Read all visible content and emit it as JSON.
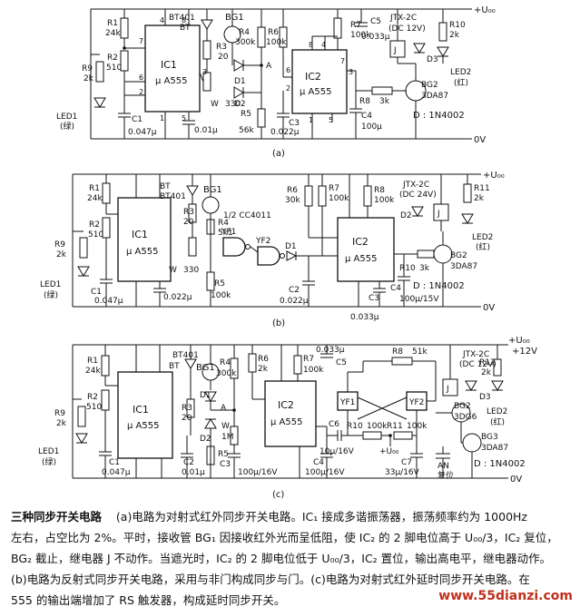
{
  "circuit_a": {
    "udd": "+U₀₀",
    "zero_v": "0V",
    "caption": "(a)",
    "r1": "R1",
    "r1_val": "24k",
    "r2": "R2",
    "r2_val": "510",
    "r9": "R9",
    "r9_val": "2k",
    "led1": "LED1",
    "led1_color": "(绿)",
    "c1": "C1",
    "c1_val": "0.047μ",
    "c2_val": "0.01μ",
    "ic1": "IC1",
    "ic1_type": "μ A555",
    "bt401": "BT401",
    "bt": "BT",
    "bg1": "BG1",
    "r3": "R3",
    "r3_val": "20",
    "w": "W",
    "w_val": "330",
    "d1": "D1",
    "d2": "D2",
    "r5": "R5",
    "r5_val": "56k",
    "r4": "R4",
    "r4_val": "300k",
    "r6": "R6",
    "r6_val": "100k",
    "node_a": "A",
    "ic2": "IC2",
    "ic2_type": "μ A555",
    "r7": "R7",
    "r7_val": "100k",
    "c5": "C5",
    "c5_val": "0.033μ",
    "c3": "C3",
    "c3_val": "0.022μ",
    "c4": "C4",
    "c4_val": "100μ",
    "r8": "R8",
    "r8_val": "3k",
    "bg2": "BG2",
    "bg2_type": "3DA87",
    "relay": "JTX-2C",
    "relay_v": "(DC 12V)",
    "j": "J",
    "d3": "D3",
    "r10": "R10",
    "r10_val": "2k",
    "led2": "LED2",
    "led2_color": "(红)",
    "diode_note": "D : 1N4002",
    "pins": [
      "4",
      "8",
      "7",
      "6",
      "2",
      "3",
      "1",
      "5",
      "8",
      "4",
      "7",
      "3",
      "6",
      "2",
      "1",
      "5"
    ]
  },
  "circuit_b": {
    "udd": "+U₀₀",
    "zero_v": "0V",
    "caption": "(b)",
    "r1": "R1",
    "r1_val": "24k",
    "r2": "R2",
    "r2_val": "510",
    "r9": "R9",
    "r9_val": "2k",
    "led1": "LED1",
    "led1_color": "(绿)",
    "c1": "C1",
    "c1_val": "0.047μ",
    "c2_val": "0.022μ",
    "ic1": "IC1",
    "ic1_type": "μ A555",
    "bt": "BT",
    "bt401": "BT401",
    "bg1": "BG1",
    "r3": "R3",
    "r3_val": "20",
    "r4": "R4",
    "r4_val": "5k1",
    "gate_note": "1/2  CC4011",
    "yf1": "YF1",
    "yf2": "YF2",
    "d1": "D1",
    "w": "W",
    "w_val": "330",
    "r5": "R5",
    "r5_val": "100k",
    "r6": "R6",
    "r6_val": "30k",
    "r7": "R7",
    "r7_val": "100k",
    "r8": "R8",
    "r8_val": "100k",
    "c2": "C2",
    "ic2": "IC2",
    "ic2_type": "μ A555",
    "c3": "C3",
    "c3_val": "0.033μ",
    "c4": "C4",
    "c4_val": "100μ/15V",
    "r10": "R10",
    "r10_val": "3k",
    "relay": "JTX-2C",
    "relay_v": "(DC 24V)",
    "d2": "D2",
    "j": "J",
    "r11": "R11",
    "r11_val": "2k",
    "led2": "LED2",
    "led2_color": "(红)",
    "bg2": "BG2",
    "bg2_type": "3DA87",
    "diode_note": "D : 1N4002"
  },
  "circuit_c": {
    "udd": "+U₀₀",
    "v12": "+12V",
    "zero_v": "0V",
    "caption": "(c)",
    "r1": "R1",
    "r1_val": "24k",
    "r2": "R2",
    "r2_val": "510",
    "r9": "R9",
    "r9_val": "2k",
    "led1": "LED1",
    "led1_color": "(绿)",
    "c1": "C1",
    "c1_val": "0.047μ",
    "c2": "C2",
    "c2_val": "0.01μ",
    "ic1": "IC1",
    "ic1_type": "μ A555",
    "bt401": "BT401",
    "bt": "BT",
    "bg1": "BG1",
    "r3": "R3",
    "r3_val": "20",
    "d1": "D1",
    "d2": "D2",
    "r4": "R4",
    "r4_val": "300k",
    "r6": "R6",
    "r6_val": "2k",
    "r5": "R5",
    "w": "W",
    "w_val": "1M",
    "c3": "C3",
    "c3_val": "100μ/16V",
    "node_a": "A",
    "ic2": "IC2",
    "ic2_type": "μ A555",
    "r7": "R7",
    "r7_val": "100k",
    "c5": "C5",
    "c5_val": "0.033μ",
    "c4": "C4",
    "c4_val": "100μ/16V",
    "c6": "C6",
    "c6_val": "10μ/16V",
    "r8": "R8",
    "r8_val": "51k",
    "yf1": "YF1",
    "yf2": "YF2",
    "r10": "R10",
    "r10_val": "100k",
    "r11": "R11",
    "r11_val": "100k",
    "c7": "C7",
    "c7_val": "33μ/16V",
    "an": "AN",
    "reset": "复位",
    "relay": "JTX-2C",
    "relay_v": "(DC 12V)",
    "j": "J",
    "d3": "D3",
    "r12": "R12",
    "r12_val": "2k",
    "led2": "LED2",
    "led2_color": "(红)",
    "bg2": "BG2",
    "bg2_type": "3DG6",
    "bg3": "BG3",
    "bg3_type": "3DA87",
    "diode_note": "D : 1N4002"
  },
  "caption": {
    "title": "三种同步开关电路",
    "line1": "(a)电路为对射式红外同步开关电路。IC₁ 接成多谐振荡器，振荡频率约为 1000Hz",
    "line2": "左右，占空比为 2%。平时，接收管 BG₁ 因接收红外光而呈低阻，使 IC₂ 的 2 脚电位高于 U₀₀/3，IC₂ 复位，",
    "line3": "BG₂ 截止，继电器 J 不动作。当遮光时，IC₂ 的 2 脚电位低于 U₀₀/3，IC₂ 置位，输出高电平，继电器动作。",
    "line4": "(b)电路为反射式同步开关电路，采用与非门构成同步与门。(c)电路为对射式红外延时同步开关电路。在",
    "line5": "555 的输出端增加了 RS 触发器，构成延时同步开关。"
  },
  "watermark": "www.55dianzi.com"
}
